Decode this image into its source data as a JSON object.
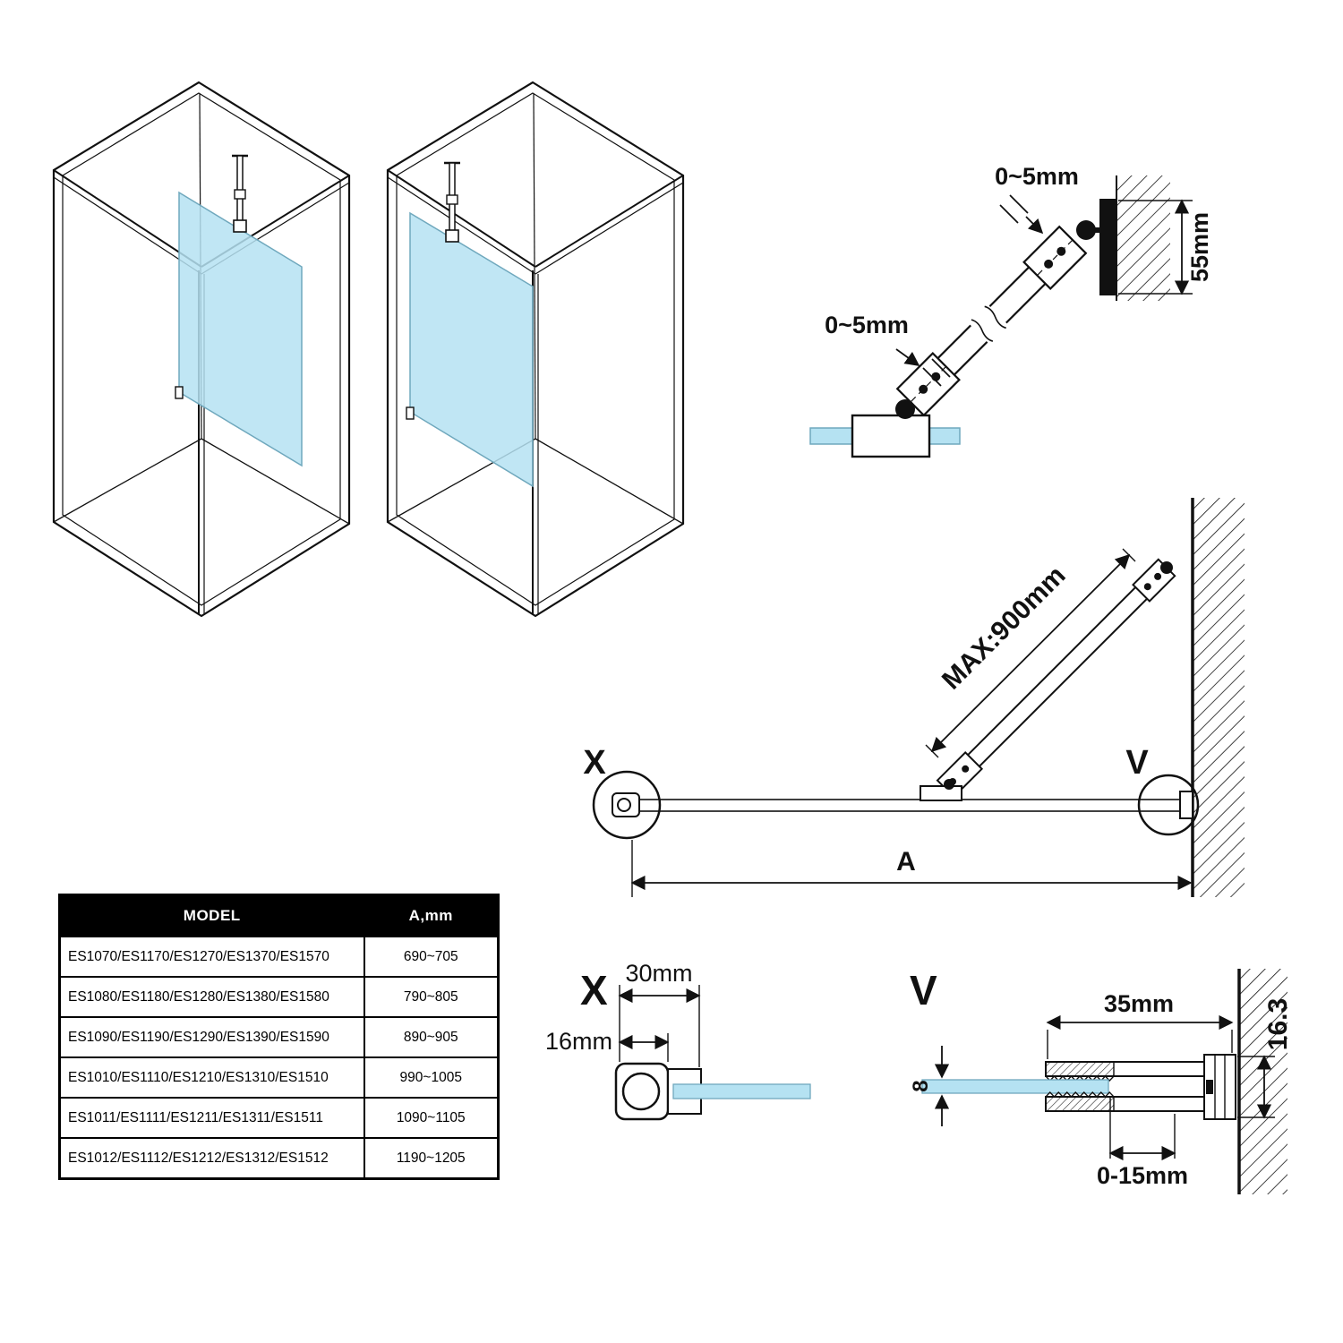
{
  "colors": {
    "glass": "#b5e2f2",
    "glass_edge": "#6fa8bd",
    "line": "#111111"
  },
  "bracket_detail": {
    "gap_top": "0~5mm",
    "gap_bottom": "0~5mm",
    "plate_height": "55mm"
  },
  "angle_diagram": {
    "max_label": "MAX:900mm",
    "x_ref": "X",
    "v_ref": "V",
    "width_label": "A"
  },
  "detail_x": {
    "title": "X",
    "width": "30mm",
    "depth": "16mm"
  },
  "detail_v": {
    "title": "V",
    "width": "35mm",
    "height": "16.3",
    "glass_thickness": "8",
    "adjust_range": "0-15mm"
  },
  "table": {
    "headers": {
      "model": "MODEL",
      "a": "A,mm"
    },
    "rows": [
      {
        "model": "ES1070/ES1170/ES1270/ES1370/ES1570",
        "a": "690~705"
      },
      {
        "model": "ES1080/ES1180/ES1280/ES1380/ES1580",
        "a": "790~805"
      },
      {
        "model": "ES1090/ES1190/ES1290/ES1390/ES1590",
        "a": "890~905"
      },
      {
        "model": "ES1010/ES1110/ES1210/ES1310/ES1510",
        "a": "990~1005"
      },
      {
        "model": "ES1011/ES1111/ES1211/ES1311/ES1511",
        "a": "1090~1105"
      },
      {
        "model": "ES1012/ES1112/ES1212/ES1312/ES1512",
        "a": "1190~1205"
      }
    ]
  }
}
